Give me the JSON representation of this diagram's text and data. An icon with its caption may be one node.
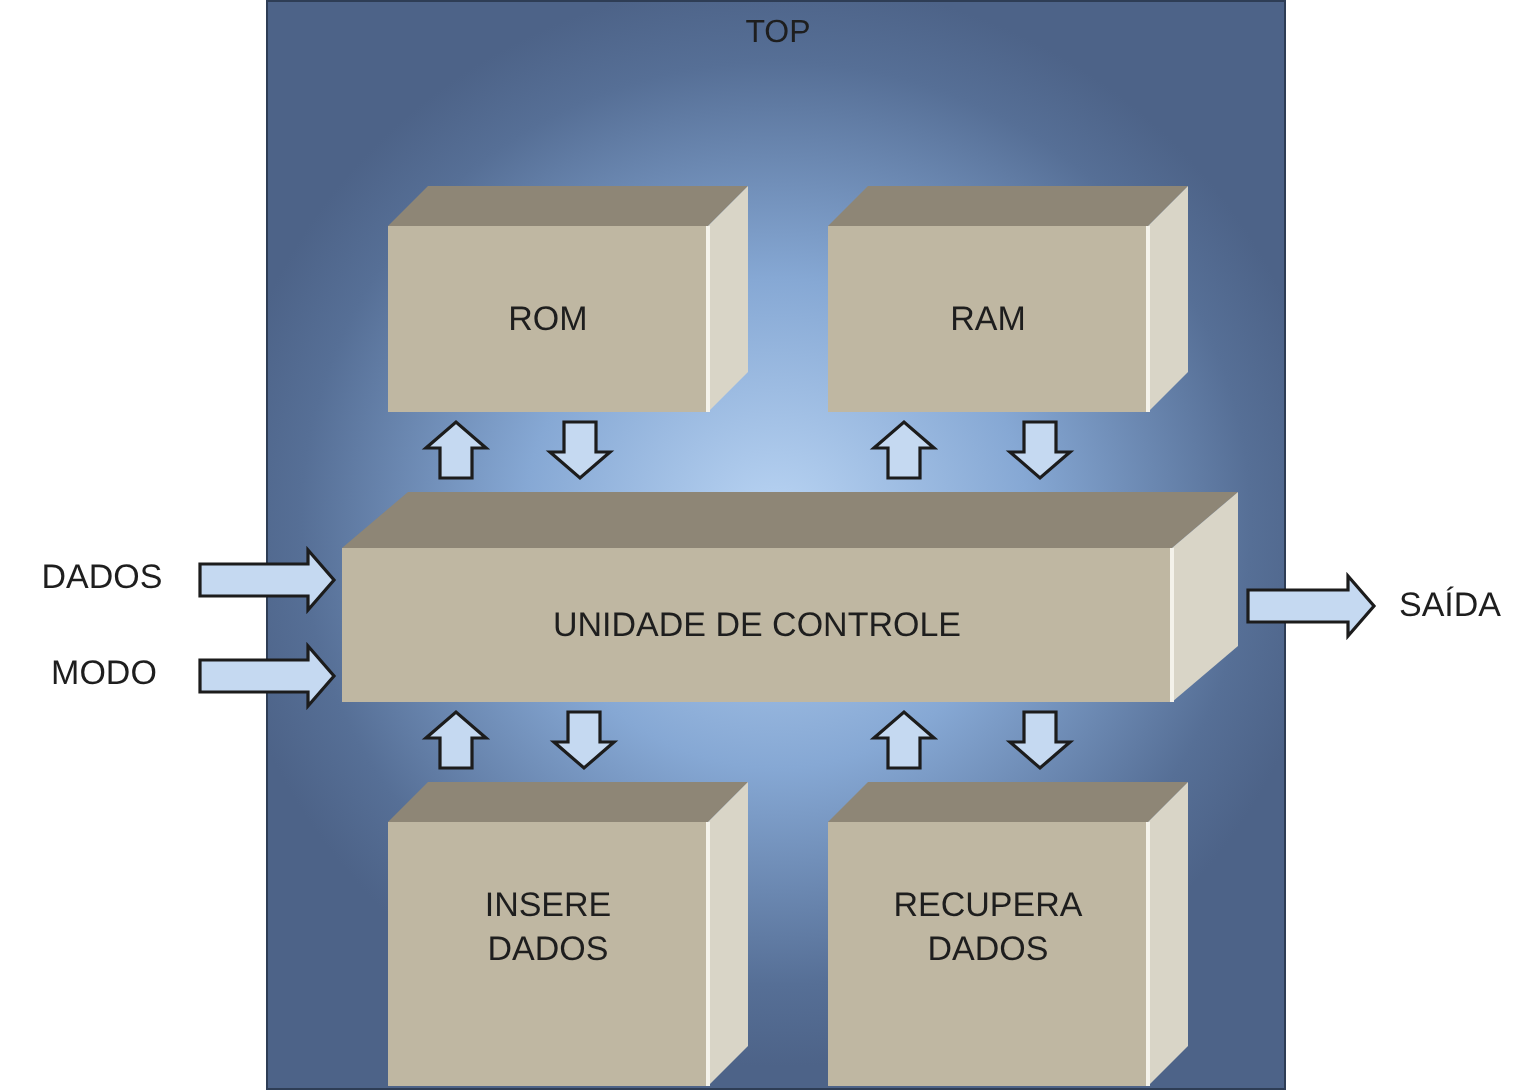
{
  "diagram": {
    "nodes": [
      {
        "text": [
          "TOP"
        ]
      },
      {
        "text": [
          "ROM"
        ],
        "in": 0
      },
      {
        "text": [
          "RAM"
        ],
        "in": 0
      },
      {
        "text": [
          "UNIDADE DE CONTROLE"
        ],
        "in": 0
      },
      {
        "text": [
          "INSERE DADOS"
        ],
        "in": 0
      },
      {
        "text": [
          "RECUPERA DADOS"
        ],
        "in": 0
      },
      {
        "text": [
          "DADOS"
        ]
      },
      {
        "text": [
          "MODO"
        ]
      },
      {
        "text": [
          "SAÍDA"
        ]
      }
    ],
    "edges": [
      {
        "from": 3,
        "to": 1,
        "arrow": "to"
      },
      {
        "from": 1,
        "to": 3,
        "arrow": "to"
      },
      {
        "from": 3,
        "to": 2,
        "arrow": "to"
      },
      {
        "from": 2,
        "to": 3,
        "arrow": "to"
      },
      {
        "from": 4,
        "to": 3,
        "arrow": "to"
      },
      {
        "from": 3,
        "to": 4,
        "arrow": "to"
      },
      {
        "from": 5,
        "to": 3,
        "arrow": "to"
      },
      {
        "from": 3,
        "to": 5,
        "arrow": "to"
      },
      {
        "from": 6,
        "to": 3,
        "arrow": "to"
      },
      {
        "from": 7,
        "to": 3,
        "arrow": "to"
      },
      {
        "from": 3,
        "to": 8,
        "arrow": "to"
      }
    ]
  }
}
